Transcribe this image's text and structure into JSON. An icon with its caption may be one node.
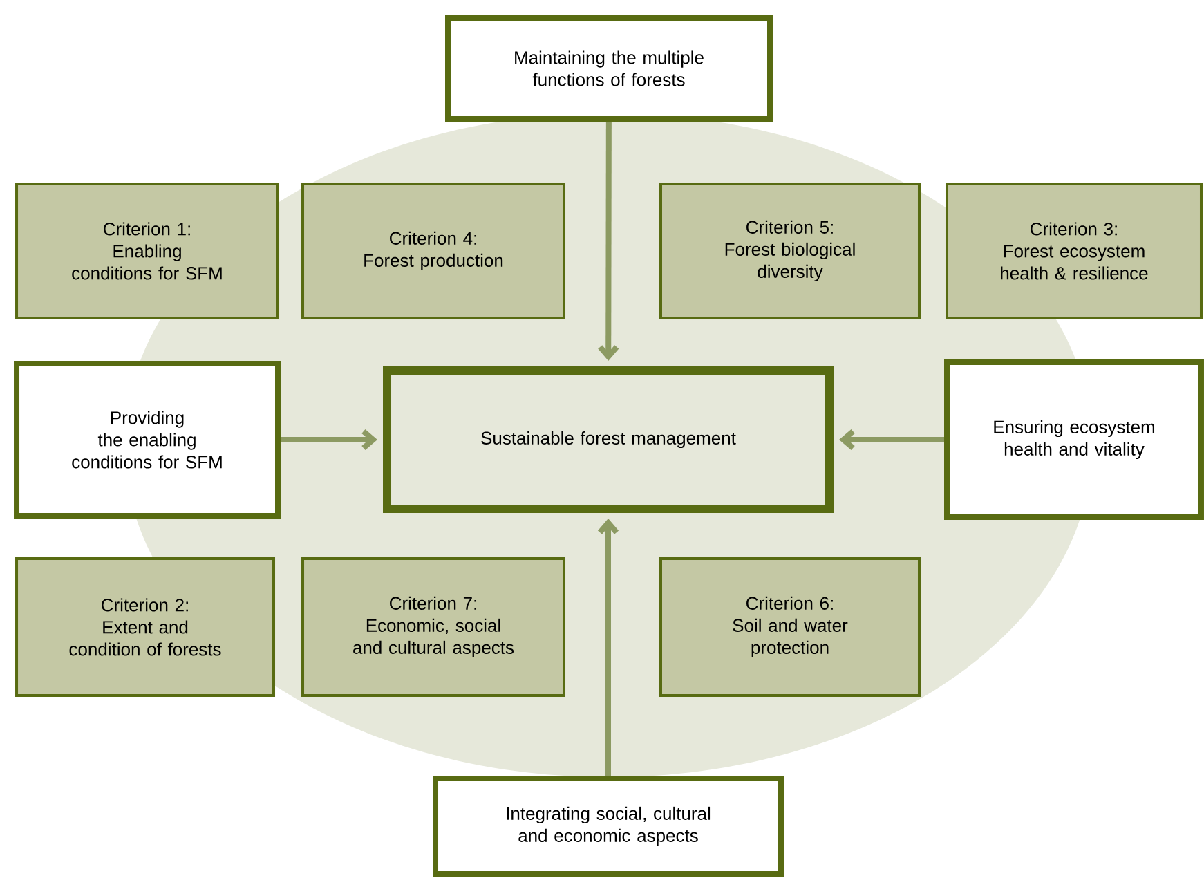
{
  "diagram": {
    "nodes": [
      {
        "text": [
          "Maintaining the multiple functions of forests"
        ]
      },
      {
        "text": [
          "Criterion 1:",
          "Enabling conditions for SFM"
        ]
      },
      {
        "text": [
          "Criterion 4:",
          "Forest production"
        ]
      },
      {
        "text": [
          "Criterion 5:",
          "Forest biological diversity"
        ]
      },
      {
        "text": [
          "Criterion 3:",
          "Forest ecosystem health & resilience"
        ]
      },
      {
        "text": [
          "Providing the enabling conditions for SFM"
        ]
      },
      {
        "text": [
          "Sustainable forest management"
        ]
      },
      {
        "text": [
          "Ensuring ecosystem health and vitality"
        ]
      },
      {
        "text": [
          "Criterion 2:",
          "Extent and condition of forests"
        ]
      },
      {
        "text": [
          "Criterion 7:",
          "Economic, social and cultural aspects"
        ]
      },
      {
        "text": [
          "Criterion 6:",
          "Soil and water protection"
        ]
      },
      {
        "text": [
          "Integrating social, cultural and economic aspects"
        ]
      }
    ],
    "edges": [
      {
        "from": 0,
        "to": 6,
        "arrow": "to"
      },
      {
        "from": 5,
        "to": 6,
        "arrow": "to"
      },
      {
        "from": 7,
        "to": 6,
        "arrow": "to"
      },
      {
        "from": 11,
        "to": 6,
        "arrow": "to"
      }
    ]
  }
}
